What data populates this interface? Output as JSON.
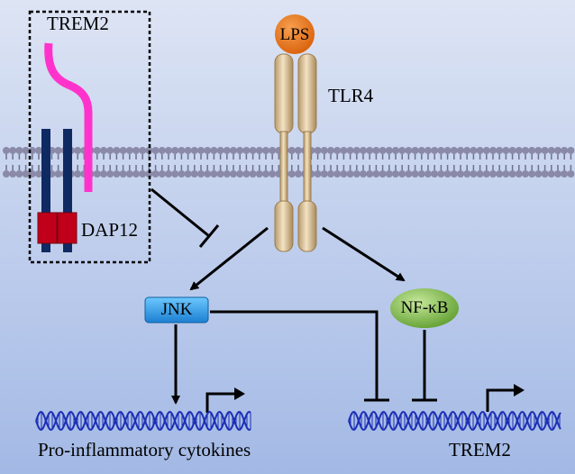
{
  "labels": {
    "trem2_receptor": "TREM2",
    "dap12": "DAP12",
    "lps": "LPS",
    "tlr4": "TLR4",
    "jnk": "JNK",
    "nfkb": "NF-κB",
    "gene_cytokines": "Pro-inflammatory cytokines",
    "gene_trem2": "TREM2"
  },
  "colors": {
    "background_top": "#d8e0f2",
    "background_bottom": "#9fb6e3",
    "membrane": "#8a8aa8",
    "trem2_receptor": "#ff33cc",
    "dap12_chain": "#0f2a63",
    "dap12_box": "#c0001a",
    "lps": "#e8710f",
    "tlr4": "#d6b98a",
    "jnk": "#2b9fe6",
    "nfkb": "#6fae3b",
    "dna": "#1d2fb5"
  }
}
